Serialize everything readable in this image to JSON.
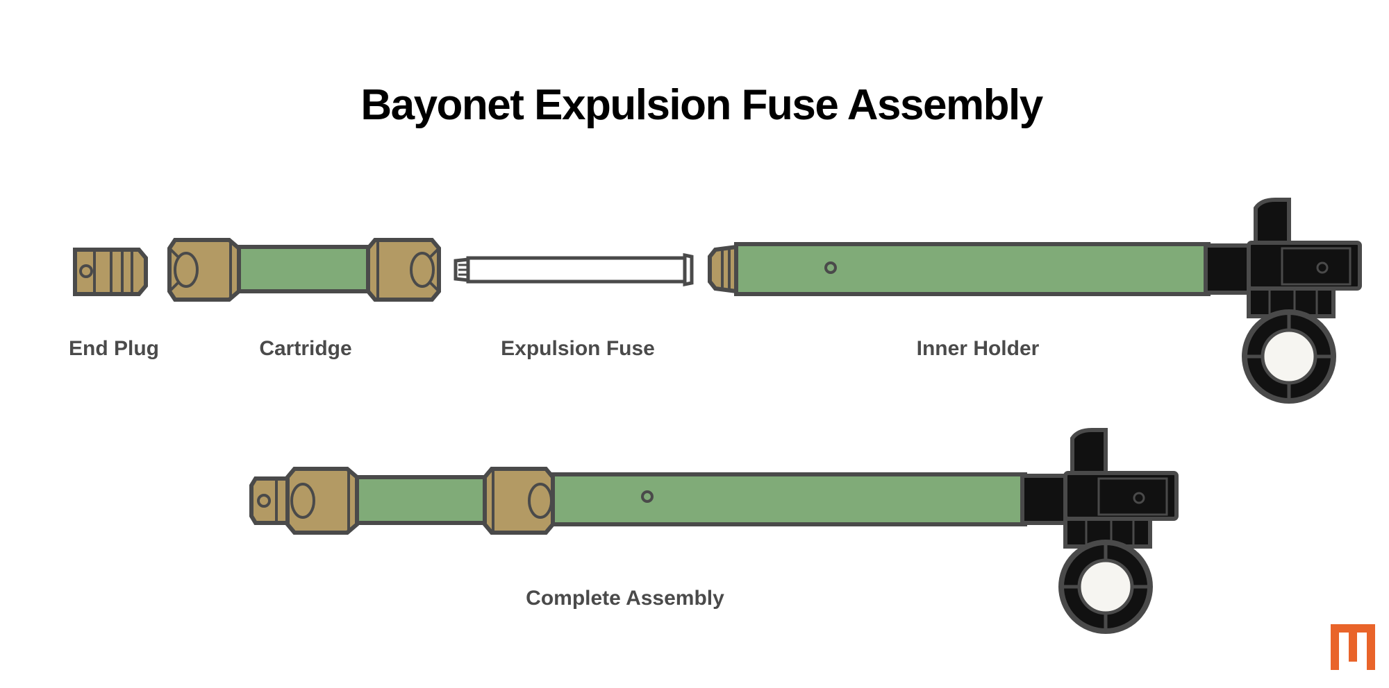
{
  "title": "Bayonet Expulsion Fuse Assembly",
  "parts": {
    "end_plug": "End Plug",
    "cartridge": "Cartridge",
    "expulsion_fuse": "Expulsion Fuse",
    "inner_holder": "Inner Holder"
  },
  "assembly_label": "Complete Assembly",
  "colors": {
    "brass": "#b39a64",
    "green": "#80ab78",
    "outline": "#4a4a4a",
    "black": "#111111",
    "white_core": "#f6f5f1",
    "logo": "#e9642a"
  },
  "icons": {
    "logo": "brand-logo-icon"
  }
}
